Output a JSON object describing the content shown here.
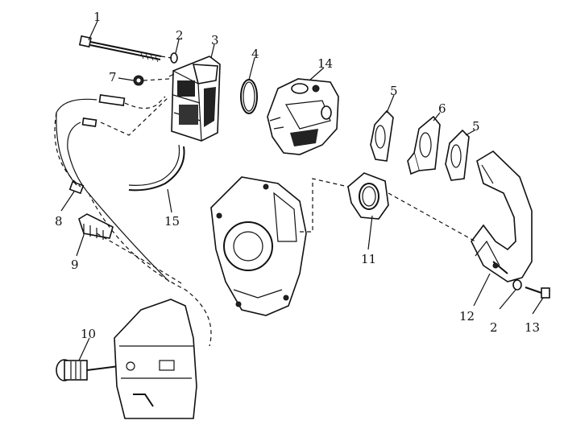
{
  "diagram": {
    "callouts": [
      "1",
      "2",
      "3",
      "4",
      "7",
      "14",
      "5",
      "6",
      "5",
      "8",
      "15",
      "9",
      "11",
      "10",
      "12",
      "2",
      "13"
    ]
  }
}
